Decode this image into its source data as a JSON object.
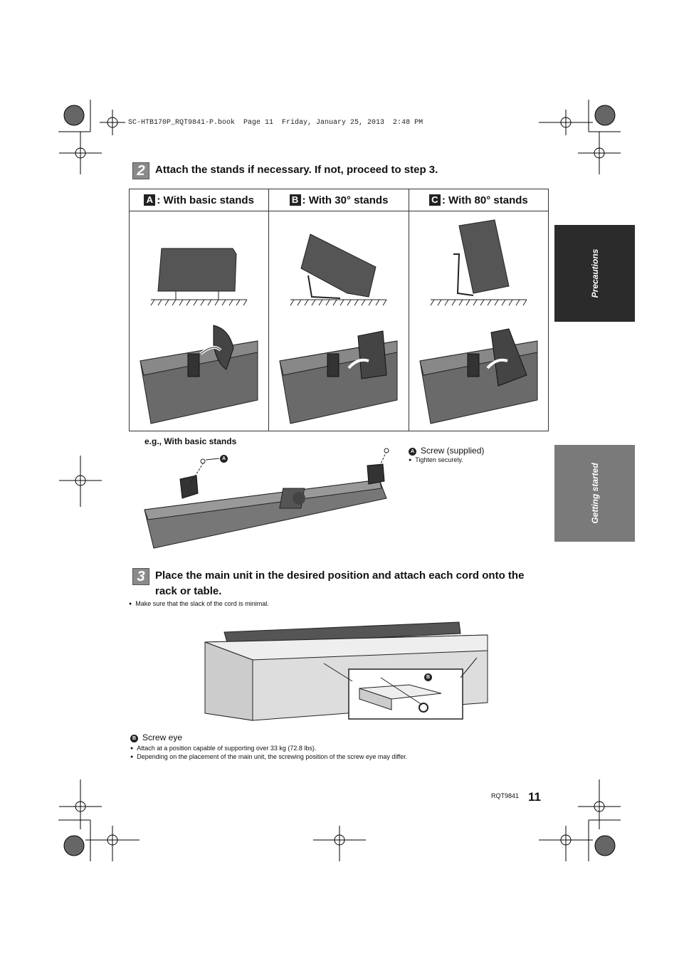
{
  "header": {
    "file_info": "SC-HTB170P_RQT9841-P.book  Page 11  Friday, January 25, 2013  2:48 PM"
  },
  "sidebar": {
    "tab_precautions": "Precautions",
    "tab_getting_started": "Getting started"
  },
  "step2": {
    "number": "2",
    "title": "Attach the stands if necessary. If not, proceed to step 3.",
    "columns": [
      {
        "letter": "A",
        "label": ": With basic stands"
      },
      {
        "letter": "B",
        "label": ": With 30° stands"
      },
      {
        "letter": "C",
        "label": ": With 80° stands"
      }
    ],
    "example_caption": "e.g., With basic stands",
    "callout_a": "A",
    "legend_a_letter": "A",
    "legend_a_text": "Screw (supplied)",
    "legend_a_note": "Tighten securely."
  },
  "step3": {
    "number": "3",
    "title_line1": "Place the main unit in the desired position and attach each cord onto the",
    "title_line2": "rack or table.",
    "note": "Make sure that the slack of the cord is minimal.",
    "callout_b": "B",
    "legend_b_letter": "B",
    "legend_b_text": "Screw eye",
    "legend_b_note1": "Attach at a position capable of supporting over 33 kg (72.8 lbs).",
    "legend_b_note2": "Depending on the placement of the main unit, the screwing position of the screw eye may differ."
  },
  "footer": {
    "doc_code": "RQT9841",
    "page_number": "11"
  },
  "colors": {
    "dark_tab": "#2b2b2b",
    "grey_tab": "#7a7a7a",
    "step_box": "#8a8a8a"
  }
}
